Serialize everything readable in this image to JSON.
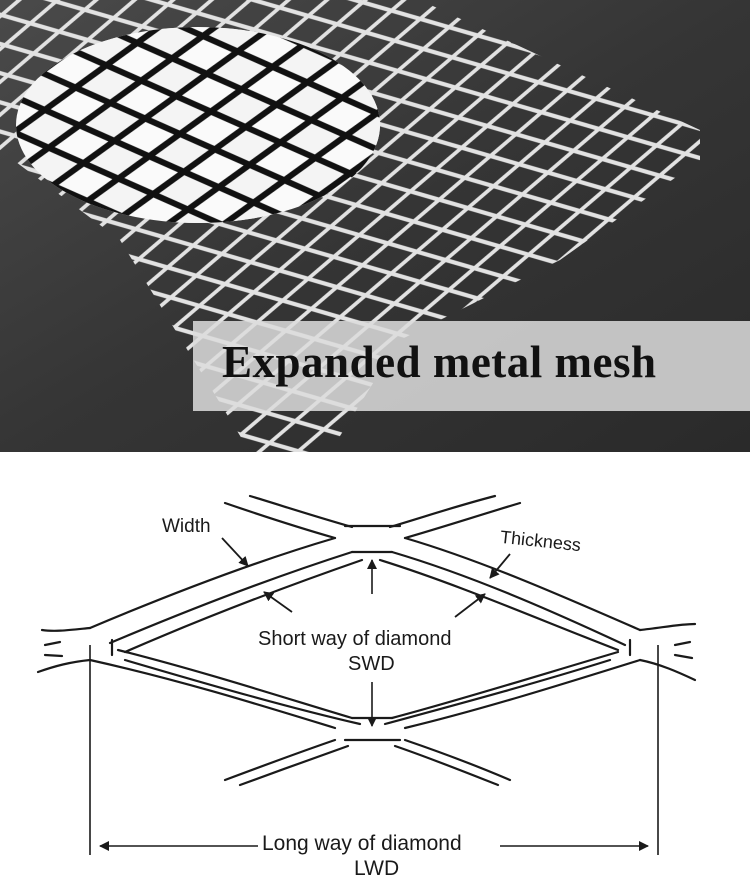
{
  "photo": {
    "title": "Expanded metal mesh"
  },
  "diagram": {
    "width_label": "Width",
    "thickness_label": "Thickness",
    "swd_label": "Short way of diamond",
    "swd_abbr": "SWD",
    "lwd_label": "Long way of diamond",
    "lwd_abbr": "LWD"
  },
  "colors": {
    "title_band": "#dcdcdc",
    "background_fabric": "#3a3a3a",
    "line": "#1a1a1a"
  }
}
